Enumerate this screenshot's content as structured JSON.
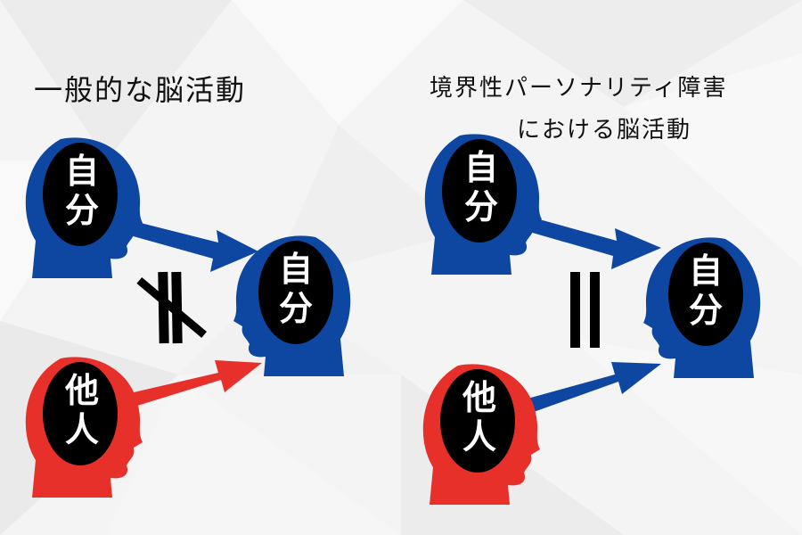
{
  "left_panel": {
    "title": "一般的な脳活動",
    "self_top_label": "自分",
    "self_result_label": "自分",
    "other_label": "他人",
    "relation_symbol": "not-equal"
  },
  "right_panel": {
    "title_line1": "境界性パーソナリティ障害",
    "title_line2": "における脳活動",
    "self_top_label": "自分",
    "self_result_label": "自分",
    "other_label": "他人",
    "relation_symbol": "equal"
  },
  "colors": {
    "self": "#0d47a1",
    "other": "#e8302a",
    "text": "#111111",
    "symbol": "#000000"
  }
}
